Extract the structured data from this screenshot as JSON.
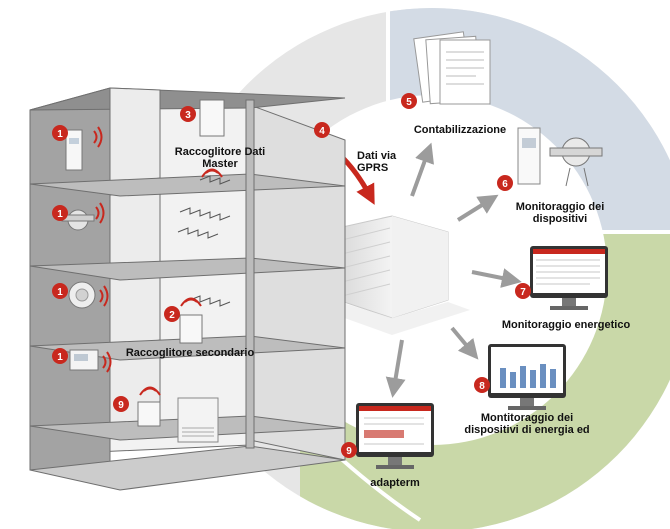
{
  "labels": {
    "master_collector": [
      "Raccoglitore Dati",
      "Master"
    ],
    "data_via": [
      "Dati via",
      "GPRS"
    ],
    "accounting": "Contabilizzazione",
    "device_monitoring": [
      "Monitoraggio dei",
      "dispositivi"
    ],
    "energy_monitoring": "Monitoraggio energetico",
    "energy_device_monitoring": [
      "Montitoraggio dei",
      "dispositivi di energia ed"
    ],
    "secondary_collector": "Raccoglitore secondario",
    "adapterm": "adapterm"
  },
  "badges": [
    "1",
    "1",
    "1",
    "1",
    "2",
    "3",
    "4",
    "5",
    "6",
    "7",
    "8",
    "9",
    "9"
  ],
  "colors": {
    "badge_red": "#c8281e",
    "arrow_red": "#c8281e",
    "ring_blue": "#d3dbe5",
    "ring_green": "#c9d8a8",
    "ring_gray": "#e6e6e6",
    "arrow_gray": "#9c9c9c",
    "wall_gray": "#9a9a9a"
  }
}
